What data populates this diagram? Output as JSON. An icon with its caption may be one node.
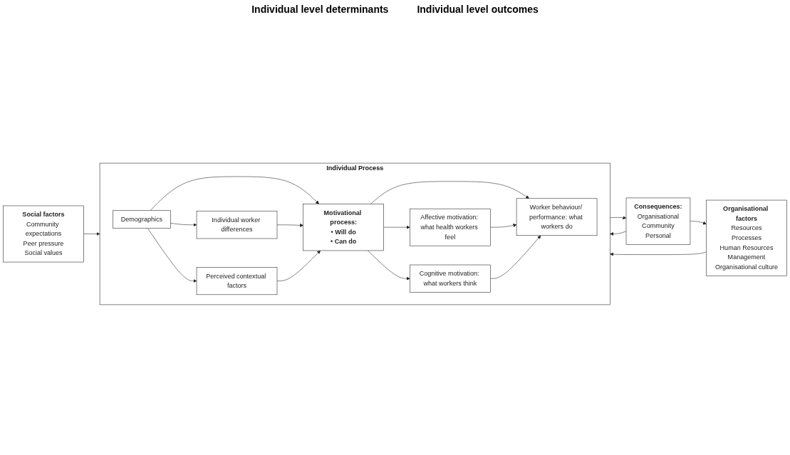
{
  "diagram": {
    "nodes": [
      {
        "text": [
          "Social factors",
          "Community expectations",
          "Peer pressure",
          "Social values"
        ]
      },
      {
        "text": [
          "Organisational factors",
          "Resources",
          "Processes",
          "Human Resources",
          "Management",
          "Organisational culture"
        ]
      },
      {
        "text": [
          "Individual Process"
        ]
      },
      {
        "text": [
          "Demographics"
        ],
        "in": 2
      },
      {
        "text": [
          "Individual worker differences"
        ],
        "in": 2
      },
      {
        "text": [
          "Perceived contextual factors"
        ],
        "in": 2
      },
      {
        "text": [
          "Motivational process:",
          "• Will do",
          "• Can do"
        ],
        "in": 2
      },
      {
        "text": [
          "Affective motivation: what health workers feel"
        ],
        "in": 2
      },
      {
        "text": [
          "Worker behaviour/ performance: what workers do"
        ],
        "in": 2
      },
      {
        "text": [
          "Cognitive motivation: what workers think"
        ],
        "in": 2
      },
      {
        "text": [
          "Consequences:",
          "Organisational",
          "Community",
          "Personal"
        ]
      }
    ],
    "edges": [
      {
        "from": 0,
        "to": 2,
        "arrow": "to"
      },
      {
        "from": 1,
        "to": 2,
        "arrow": "to"
      },
      {
        "from": 3,
        "to": 6,
        "arrow": "to"
      },
      {
        "from": 3,
        "to": 4,
        "arrow": "to"
      },
      {
        "from": 3,
        "to": 5,
        "arrow": "to"
      },
      {
        "from": 4,
        "to": 6,
        "arrow": "to"
      },
      {
        "from": 5,
        "to": 6,
        "arrow": "to"
      },
      {
        "from": 6,
        "to": 7,
        "arrow": "to"
      },
      {
        "from": 6,
        "to": 8,
        "arrow": "to"
      },
      {
        "from": 6,
        "to": 9,
        "arrow": "to"
      },
      {
        "from": 7,
        "to": 8,
        "arrow": "to"
      },
      {
        "from": 9,
        "to": 8,
        "arrow": "to"
      },
      {
        "from": 2,
        "to": 10,
        "arrow": "to"
      },
      {
        "from": 10,
        "to": 2,
        "arrow": "to"
      },
      {
        "from": 10,
        "to": 1,
        "arrow": "to"
      }
    ],
    "labels": [
      "Individual level determinants",
      "Individual level outcomes"
    ]
  }
}
